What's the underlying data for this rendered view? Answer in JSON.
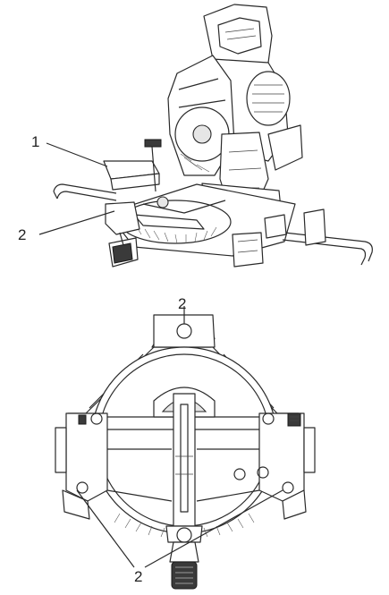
{
  "figure": {
    "top_view_callouts": [
      {
        "id": "callout-1",
        "text": "1"
      },
      {
        "id": "callout-2",
        "text": "2"
      }
    ],
    "bottom_view_callouts": [
      {
        "id": "callout-2-top",
        "text": "2"
      },
      {
        "id": "callout-2-bottom",
        "text": "2"
      }
    ]
  }
}
